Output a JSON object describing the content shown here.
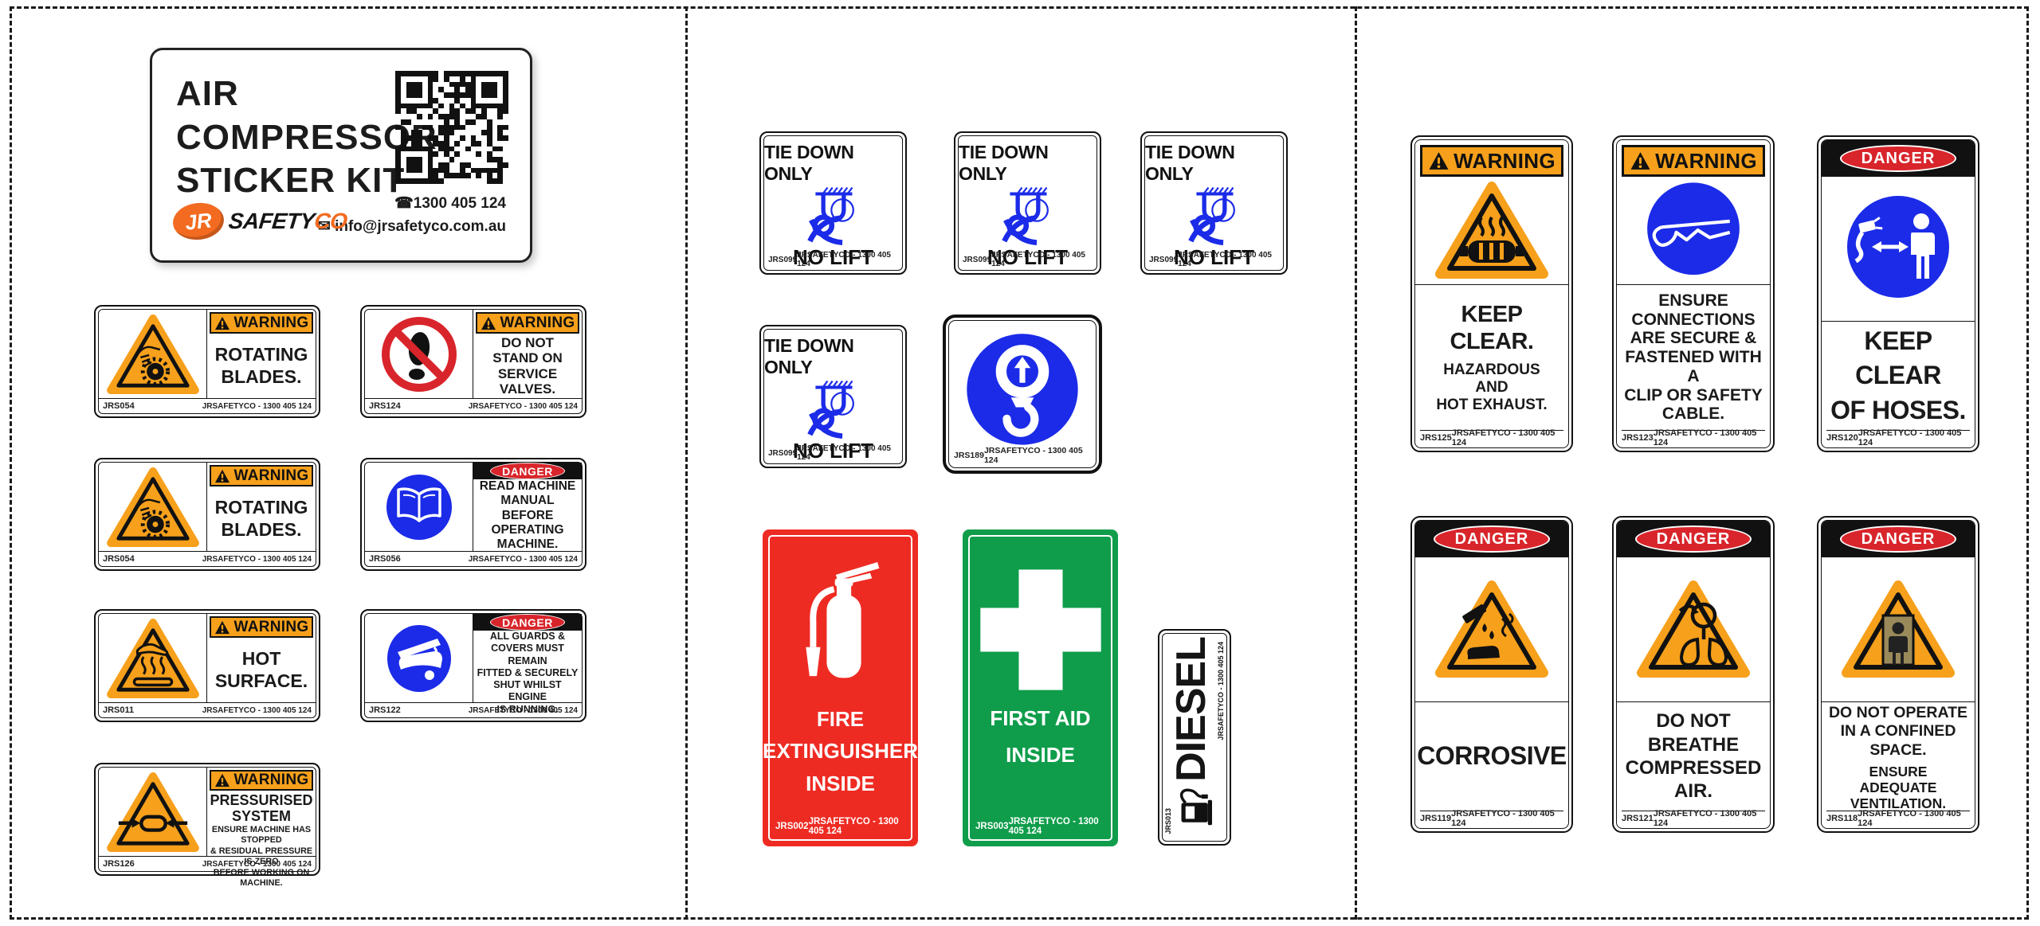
{
  "colors": {
    "warning_orange": "#F6A01B",
    "danger_red": "#D8252B",
    "safety_blue": "#1B2BE8",
    "prohibition_red": "#D8252B",
    "fire_red": "#EE2B23",
    "first_aid_green": "#0F9D4B",
    "logo_orange": "#F26B21",
    "ink": "#111111"
  },
  "card": {
    "title": "AIR\nCOMPRESSOR\nSTICKER KIT",
    "phone": "1300 405 124",
    "email": "info@jrsafetyco.com.au",
    "logo_jr": "JR",
    "logo_safety": "SAFETY",
    "logo_co": "CO"
  },
  "brand_line": "JRSAFETYCO - 1300 405 124",
  "hdr": {
    "warning": "WARNING",
    "danger": "DANGER"
  },
  "left": {
    "s0": {
      "code": "JRS054",
      "msg": "ROTATING\nBLADES."
    },
    "s1": {
      "code": "JRS124",
      "msg": "DO NOT\nSTAND ON\nSERVICE\nVALVES."
    },
    "s2": {
      "code": "JRS054",
      "msg": "ROTATING\nBLADES."
    },
    "s3": {
      "code": "JRS056",
      "msg": "READ MACHINE\nMANUAL BEFORE\nOPERATING\nMACHINE."
    },
    "s4": {
      "code": "JRS011",
      "msg": "HOT\nSURFACE."
    },
    "s5": {
      "code": "JRS122",
      "msg": "ALL GUARDS &\nCOVERS MUST REMAIN\nFITTED & SECURELY\nSHUT WHILST ENGINE\nIS RUNNING."
    },
    "s6": {
      "code": "JRS126",
      "title": "PRESSURISED\nSYSTEM",
      "sub": "ENSURE MACHINE HAS STOPPED\n& RESIDUAL PRESSURE IS ZERO\nBEFORE WORKING ON MACHINE."
    }
  },
  "mid": {
    "tiedown": {
      "code": "JRS099",
      "top": "TIE DOWN ONLY",
      "bottom": "NO LIFT"
    },
    "hook": {
      "code": "JRS189"
    },
    "fire": {
      "code": "JRS002",
      "msg": "FIRE\nEXTINGUISHER\nINSIDE"
    },
    "firstaid": {
      "code": "JRS003",
      "msg": "FIRST AID\nINSIDE"
    },
    "diesel": {
      "code": "JRS013",
      "label": "DIESEL"
    }
  },
  "right": {
    "s0": {
      "code": "JRS125",
      "big": "KEEP CLEAR.",
      "msg": "HAZARDOUS\nAND\nHOT EXHAUST."
    },
    "s1": {
      "code": "JRS123",
      "msg": "ENSURE\nCONNECTIONS\nARE SECURE &\nFASTENED WITH A\nCLIP OR SAFETY\nCABLE."
    },
    "s2": {
      "code": "JRS120",
      "big": "KEEP\nCLEAR\nOF HOSES."
    },
    "s3": {
      "code": "JRS119",
      "big": "CORROSIVE"
    },
    "s4": {
      "code": "JRS121",
      "msg": "DO NOT\nBREATHE\nCOMPRESSED\nAIR."
    },
    "s5": {
      "code": "JRS118",
      "msg": "DO NOT OPERATE\nIN A CONFINED\nSPACE.",
      "sub": "ENSURE\nADEQUATE\nVENTILATION."
    }
  }
}
